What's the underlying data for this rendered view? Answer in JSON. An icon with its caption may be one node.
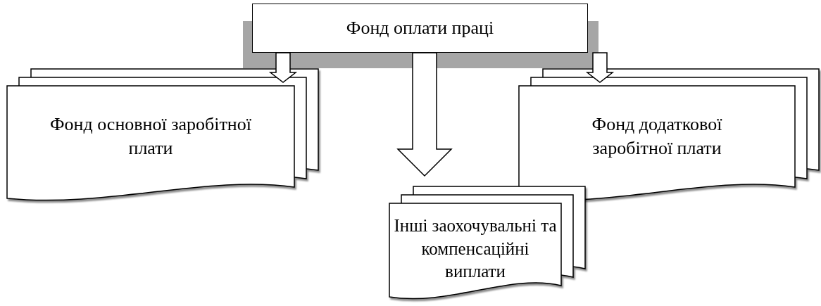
{
  "diagram": {
    "nodes": [
      {
        "text": [
          "Фонд оплати праці"
        ]
      },
      {
        "text": [
          "Фонд основної заробітної плати"
        ]
      },
      {
        "text": [
          "Фонд додаткової заробітної плати"
        ]
      },
      {
        "text": [
          "Інші заохочувальні та компенсаційні виплати"
        ]
      }
    ],
    "edges": [
      {
        "from": 0,
        "to": 1,
        "arrow": "to"
      },
      {
        "from": 0,
        "to": 3,
        "arrow": "to"
      },
      {
        "from": 0,
        "to": 2,
        "arrow": "to"
      }
    ]
  }
}
